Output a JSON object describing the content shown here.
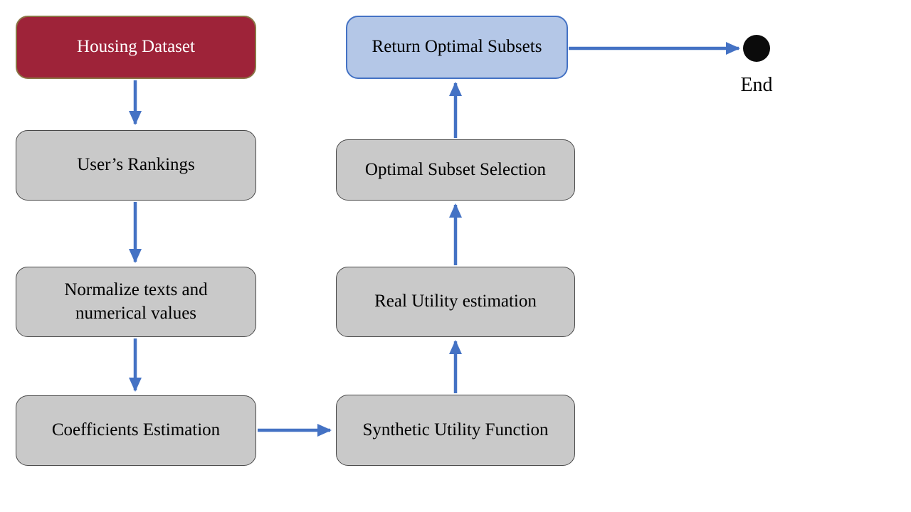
{
  "diagram": {
    "type": "flowchart",
    "nodes": {
      "housing_dataset": {
        "label": "Housing Dataset",
        "role": "start"
      },
      "users_rankings": {
        "label": "User’s Rankings",
        "role": "process"
      },
      "normalize": {
        "label": "Normalize texts and numerical values",
        "role": "process"
      },
      "coefficients": {
        "label": "Coefficients Estimation",
        "role": "process"
      },
      "synthetic_utility": {
        "label": "Synthetic Utility Function",
        "role": "process"
      },
      "real_utility": {
        "label": "Real Utility estimation",
        "role": "process"
      },
      "optimal_selection": {
        "label": "Optimal Subset Selection",
        "role": "process"
      },
      "return_subsets": {
        "label": "Return Optimal Subsets",
        "role": "result"
      },
      "end": {
        "label": "End",
        "role": "terminator"
      }
    },
    "edges": [
      {
        "from": "housing_dataset",
        "to": "users_rankings"
      },
      {
        "from": "users_rankings",
        "to": "normalize"
      },
      {
        "from": "normalize",
        "to": "coefficients"
      },
      {
        "from": "coefficients",
        "to": "synthetic_utility"
      },
      {
        "from": "synthetic_utility",
        "to": "real_utility"
      },
      {
        "from": "real_utility",
        "to": "optimal_selection"
      },
      {
        "from": "optimal_selection",
        "to": "return_subsets"
      },
      {
        "from": "return_subsets",
        "to": "end"
      }
    ],
    "colors": {
      "start_fill": "#9E2339",
      "start_border": "#8A7444",
      "start_text": "#FFFFFF",
      "process_fill": "#C9C9C9",
      "process_border": "#474747",
      "result_fill": "#B4C7E7",
      "result_border": "#4472C4",
      "arrow": "#4472C4",
      "end_fill": "#0B0B0B",
      "text": "#000000"
    }
  }
}
